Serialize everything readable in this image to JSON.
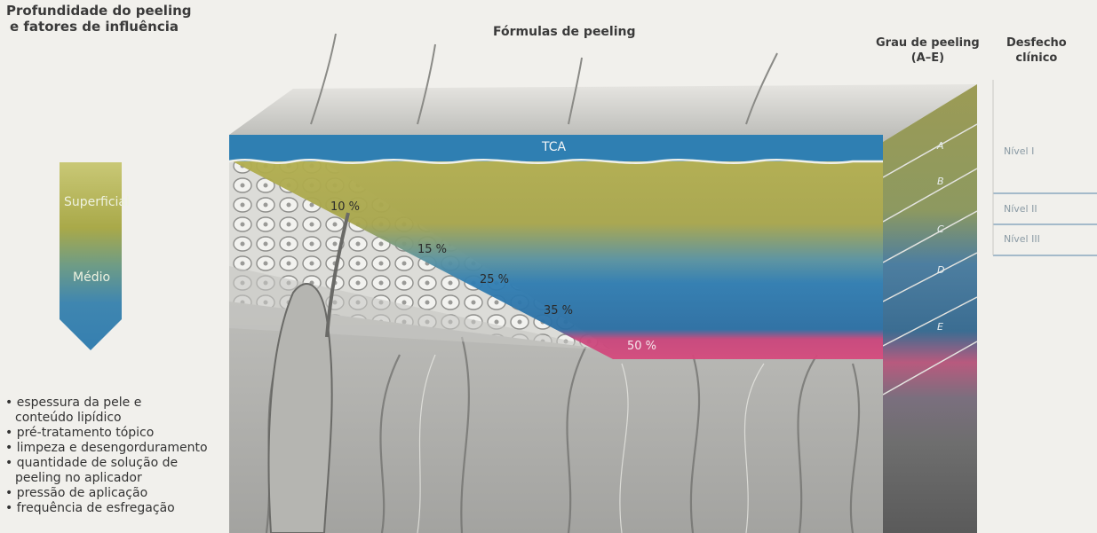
{
  "title": "Profundidade do peeling e fatores de influência",
  "title_lines": [
    "Profundidade do peeling",
    "e fatores de influência"
  ],
  "headers": {
    "formulas": "Fórmulas de peeling",
    "grade": "Grau de peeling (A–E)",
    "grade_lines": [
      "Grau de peeling",
      "(A–E)"
    ],
    "outcome": "Desfecho clínico",
    "outcome_lines": [
      "Desfecho",
      "clínico"
    ]
  },
  "depth_arrow": {
    "labels": [
      "Superficial",
      "Médio"
    ],
    "colors": {
      "superficial": "#a9a949",
      "medio": "#3f86b0"
    }
  },
  "peel_bar": {
    "label": "TCA",
    "color": "#2f7fb2"
  },
  "concentrations": [
    "10 %",
    "15 %",
    "25 %",
    "35 %",
    "50 %"
  ],
  "grades": [
    "A",
    "B",
    "C",
    "D",
    "E"
  ],
  "levels": [
    "Nível I",
    "Nível II",
    "Nível III"
  ],
  "factors": [
    [
      "• espessura da pele e",
      "  conteúdo lipídico"
    ],
    [
      "• pré-tratamento tópico"
    ],
    [
      "• limpeza e desengorduramento"
    ],
    [
      "• quantidade de solução de",
      "  peeling no aplicador"
    ],
    [
      "• pressão de aplicação"
    ],
    [
      "• frequência de esfregação"
    ]
  ],
  "colors": {
    "superficial_layer": "#aeac4c",
    "medium_layer": "#2c78ae",
    "deep_layer": "#d4467a",
    "background": "#f1f0ec"
  }
}
